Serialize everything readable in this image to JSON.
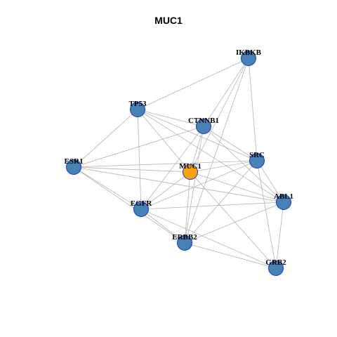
{
  "title": "MUC1",
  "colors": {
    "center_fill": "#f5a30a",
    "node_fill": "#4682b4",
    "node_stroke": "#1f33c9",
    "edge": "#b3b3b3"
  },
  "nodes": [
    {
      "id": "IKBKB",
      "label": "IKBKB",
      "center": false
    },
    {
      "id": "TP53",
      "label": "TP53",
      "center": false
    },
    {
      "id": "CTNNB1",
      "label": "CTNNB1",
      "center": false
    },
    {
      "id": "ESR1",
      "label": "ESR1",
      "center": false
    },
    {
      "id": "MUC1",
      "label": "MUC1",
      "center": true
    },
    {
      "id": "SRC",
      "label": "SRC",
      "center": false
    },
    {
      "id": "ABL1",
      "label": "ABL1",
      "center": false
    },
    {
      "id": "EGFR",
      "label": "EGFR",
      "center": false
    },
    {
      "id": "ERBB2",
      "label": "ERBB2",
      "center": false
    },
    {
      "id": "GRB2",
      "label": "GRB2",
      "center": false
    }
  ],
  "edges": [
    [
      "IKBKB",
      "TP53"
    ],
    [
      "IKBKB",
      "CTNNB1"
    ],
    [
      "IKBKB",
      "MUC1"
    ],
    [
      "IKBKB",
      "SRC"
    ],
    [
      "IKBKB",
      "ERBB2"
    ],
    [
      "TP53",
      "ESR1"
    ],
    [
      "TP53",
      "CTNNB1"
    ],
    [
      "TP53",
      "MUC1"
    ],
    [
      "TP53",
      "SRC"
    ],
    [
      "TP53",
      "ABL1"
    ],
    [
      "TP53",
      "EGFR"
    ],
    [
      "CTNNB1",
      "MUC1"
    ],
    [
      "CTNNB1",
      "SRC"
    ],
    [
      "CTNNB1",
      "EGFR"
    ],
    [
      "CTNNB1",
      "ERBB2"
    ],
    [
      "CTNNB1",
      "ABL1"
    ],
    [
      "CTNNB1",
      "ESR1"
    ],
    [
      "ESR1",
      "SRC"
    ],
    [
      "ESR1",
      "MUC1"
    ],
    [
      "ESR1",
      "EGFR"
    ],
    [
      "ESR1",
      "ERBB2"
    ],
    [
      "ESR1",
      "ABL1"
    ],
    [
      "MUC1",
      "SRC"
    ],
    [
      "MUC1",
      "EGFR"
    ],
    [
      "MUC1",
      "ERBB2"
    ],
    [
      "MUC1",
      "ABL1"
    ],
    [
      "MUC1",
      "GRB2"
    ],
    [
      "SRC",
      "EGFR"
    ],
    [
      "SRC",
      "ERBB2"
    ],
    [
      "SRC",
      "GRB2"
    ],
    [
      "SRC",
      "ABL1"
    ],
    [
      "EGFR",
      "ERBB2"
    ],
    [
      "EGFR",
      "ABL1"
    ],
    [
      "EGFR",
      "GRB2"
    ],
    [
      "ERBB2",
      "ABL1"
    ],
    [
      "ERBB2",
      "GRB2"
    ],
    [
      "ABL1",
      "GRB2"
    ]
  ]
}
